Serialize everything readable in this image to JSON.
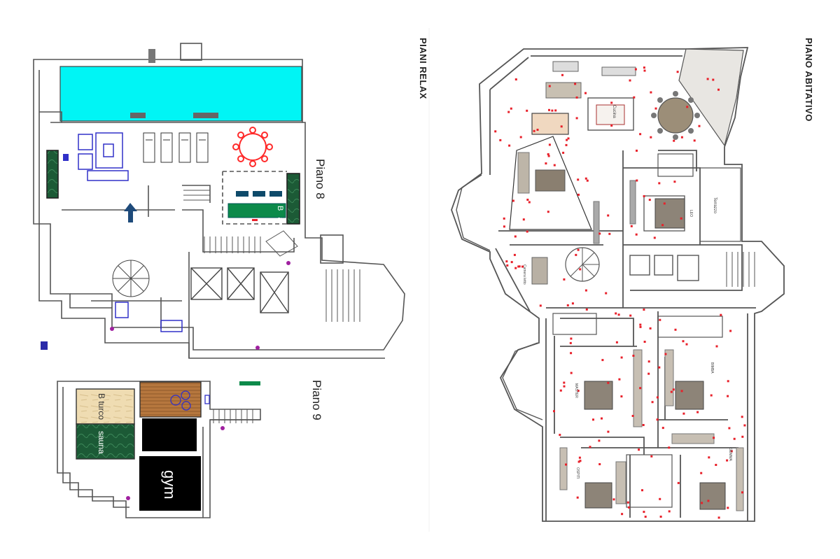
{
  "headings": {
    "relax": "PIANI RELAX",
    "abitativo": "PIANO ABITATIVO"
  },
  "floor_labels": {
    "piano8": "Piano 8",
    "piano9": "Piano 9"
  },
  "relax_rooms": {
    "bar": "B a r + k",
    "bagno_turco": "B turco",
    "sauna": "sauna",
    "gym": "gym"
  },
  "abitativo_rooms": {
    "cucina": "Cucina",
    "terrazzo": "Terrazzo",
    "camera_letto": "Camera letto",
    "master": "MASTER",
    "bimba": "BIMBA",
    "ospiti": "OSPITI",
    "gemma": "GEMMA",
    "leo": "LEO"
  },
  "colors": {
    "pool": "#00f5f5",
    "marble_green": "#1c5a36",
    "bar_green": "#0c8a4a",
    "wood": "#b6773e",
    "travertine": "#efdcb2",
    "furniture_blue": "#3030c8",
    "dining_red": "#ff2a2a",
    "light_marker": "#e8202a",
    "wall": "#555555"
  }
}
